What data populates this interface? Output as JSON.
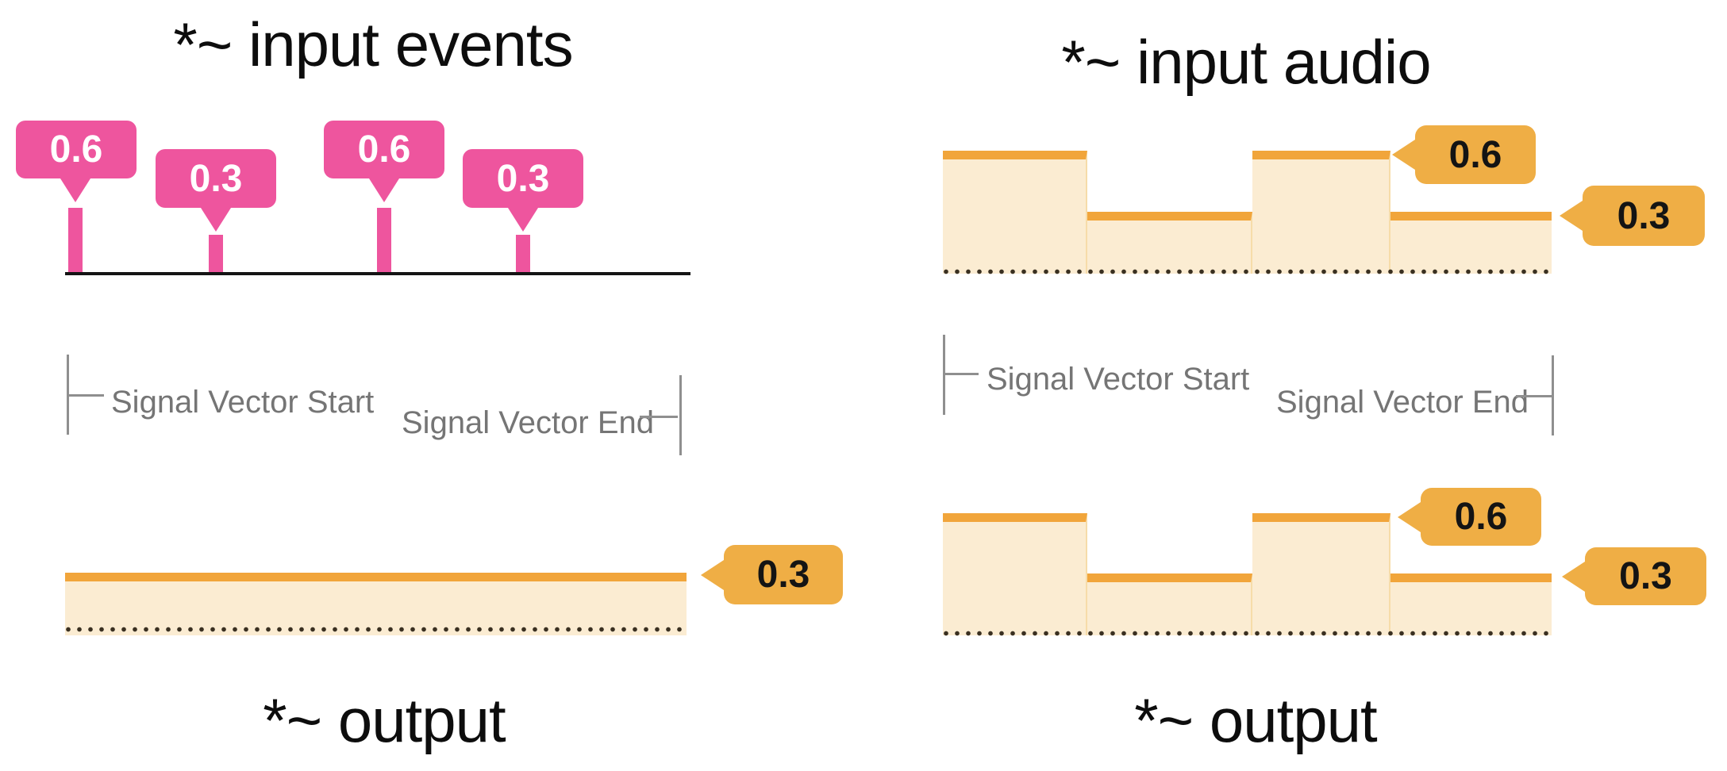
{
  "colors": {
    "event_pink": "#EE559E",
    "signal_orange": "#F1A53B",
    "callout_orange": "#EFAE45",
    "signal_fill": "#FBECD2",
    "label_gray": "#757575"
  },
  "left_top": {
    "title": "*~ input events",
    "events": [
      {
        "value": "0.6"
      },
      {
        "value": "0.3"
      },
      {
        "value": "0.6"
      },
      {
        "value": "0.3"
      }
    ]
  },
  "left_vector": {
    "start": "Signal Vector Start",
    "end": "Signal Vector End"
  },
  "left_bottom": {
    "title": "*~ output",
    "callout": "0.3"
  },
  "right_top": {
    "title": "*~ input audio",
    "callout_high": "0.6",
    "callout_low": "0.3"
  },
  "right_vector": {
    "start": "Signal Vector Start",
    "end": "Signal Vector End"
  },
  "right_bottom": {
    "title": "*~ output",
    "callout_high": "0.6",
    "callout_low": "0.3"
  },
  "chart_data": [
    {
      "type": "scatter",
      "title": "*~ input events",
      "description": "impulse event markers on a timeline",
      "values": [
        0.6,
        0.3,
        0.6,
        0.3
      ]
    },
    {
      "type": "area",
      "title": "*~ input audio",
      "description": "step waveform above dotted zero baseline",
      "values": [
        0.6,
        0.3,
        0.6,
        0.3
      ]
    },
    {
      "type": "area",
      "title": "*~ output (events side)",
      "description": "constant level across the whole signal vector",
      "values": [
        0.3
      ]
    },
    {
      "type": "area",
      "title": "*~ output (audio side)",
      "description": "step waveform matching input audio",
      "values": [
        0.6,
        0.3,
        0.6,
        0.3
      ]
    }
  ]
}
